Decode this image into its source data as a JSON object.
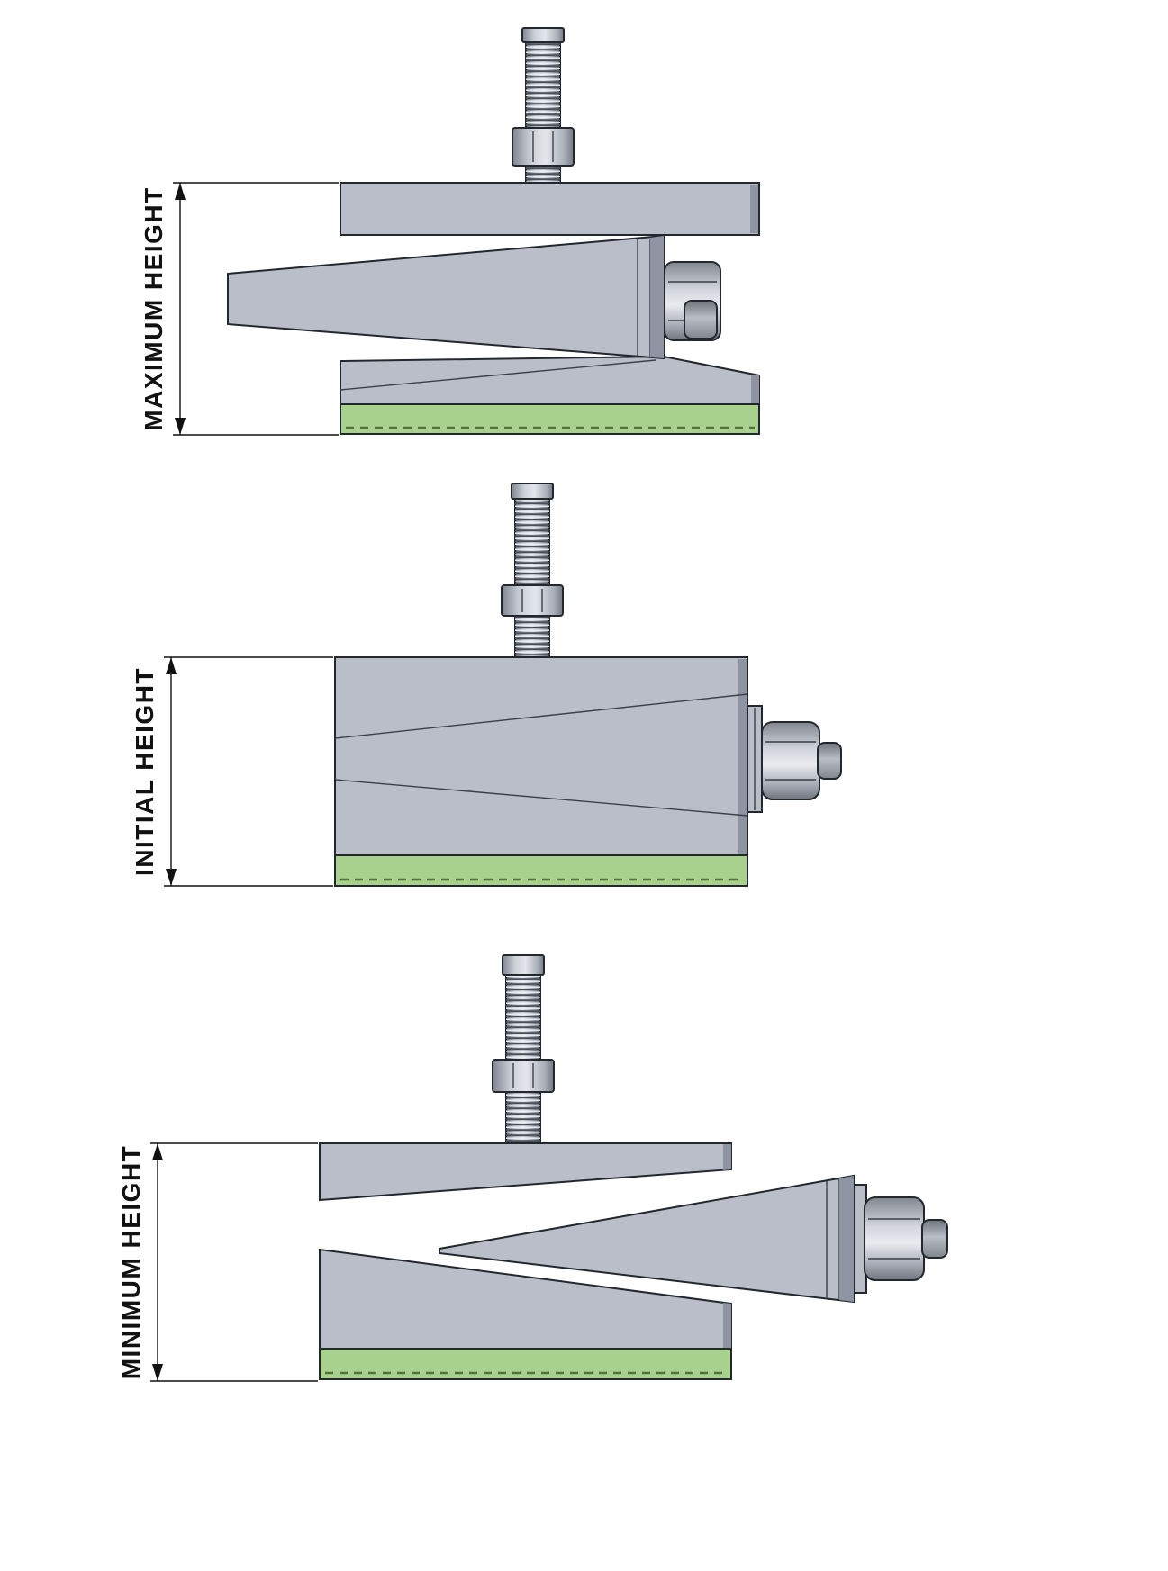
{
  "page": {
    "background": "#ffffff",
    "description_labels_visible": true
  },
  "colors": {
    "body_gray": "#b9bec9",
    "body_shadow": "#8e94a2",
    "pad_green": "#a9d18e",
    "pad_texture": "#55713f",
    "outline": "#23272e",
    "dimension": "#111111"
  },
  "figures": [
    {
      "id": "maximum",
      "label": "MAXIMUM HEIGHT"
    },
    {
      "id": "initial",
      "label": "INITIAL HEIGHT"
    },
    {
      "id": "minimum",
      "label": "MINIMUM HEIGHT"
    }
  ]
}
